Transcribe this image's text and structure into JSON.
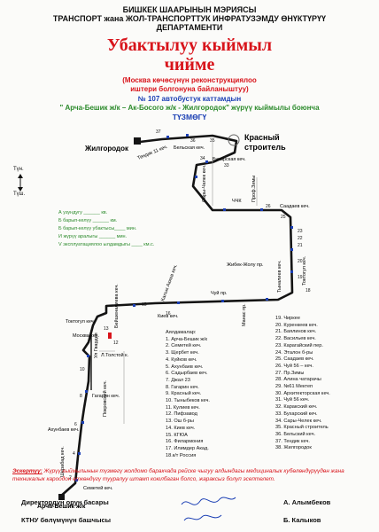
{
  "header": {
    "line1": "БИШКЕК ШААРЫНЫН МЭРИЯСЫ",
    "line2": "ТРАНСПОРТ жана ЖОЛ-ТРАНСПОРТТУК ИНФРАТУЗЭМДУ ӨНҮКТҮРҮҮ",
    "line3": "ДЕПАРТАМЕНТИ"
  },
  "title": {
    "line1": "Убактылуу кыймыл",
    "line2": "чийме"
  },
  "subtitle": {
    "line1": "(Москва көчөсүнүн реконструкциялоо",
    "line2": "иштери болгонуна байланыштуу)"
  },
  "route": {
    "line1": "№ 107  автобустук каттамдын",
    "line2": "\" Арча-Бешик ж/к – Ак-Босого ж/к - Жилгородок\" жүрүү кыймылы боюнча",
    "line3": "ТҮЗМӨГҮ"
  },
  "compass": {
    "north": "Түн.",
    "south": "Түш."
  },
  "stats": [
    "А узундугу ______ кв.",
    "Б барып-келүү ______ км.",
    "Б барып-келүү убактысы____ мин.",
    "И жүрүү аралыгы ______ мин.",
    "V эксплуатациялоо ылдамдыгы ____ км.с."
  ],
  "map_labels": {
    "zhilgorodok": "Жилгородок",
    "krasny_line1": "Красный",
    "krasny_line2": "строитель",
    "bukharskaya": "Бухарская кеч.",
    "belskaya": "Бельская кеч.",
    "tendik": "Тендик 11 кеч.",
    "sary_chelek": "Сары-Челек кеч.",
    "prof_zimy": "Проф.Зимы",
    "chchk": "ЧЧК",
    "saadaeva": "Саадаев кеч.",
    "zhibek_zholu": "Жибек-Жолу пр.",
    "tynaliev": "Тыналиев кеч.",
    "toktogul_left": "Токтогул кеч.",
    "kalyk_akiev": "Калык Акиев кеч.",
    "chui": "Чуй пр.",
    "kiev": "Киев кеч.",
    "manas": "Манас пр.",
    "toktogul": "Токтогул кеч.",
    "moskva": "Москва кеч.",
    "ul_gvardiya": "Ул Гвардия",
    "tolstoy": "Л.Толстой к.",
    "beishenalieva": "Бейшеналиева кеч.",
    "gagarin": "Гагарин кеч.",
    "pokrovskaya": "Покровский кеч.",
    "akhunbaev": "Ахунбаев кеч.",
    "sherabad": "Шерабад кеч.",
    "semetei": "Семетей кеч.",
    "archa_beshik": "Арча-Бешик ж/к"
  },
  "stops_title": "Аялдамалар:",
  "stops_left": [
    "1. Арча-Бешик ж/к",
    "2. Семетей кеч.",
    "3. Щербет кеч.",
    "4. Куйков кеч.",
    "5. Ахунбаев кеч.",
    "6. Садырбаев кеч.",
    "7. Джал 23",
    "8. Гагарин кеч.",
    "9. Красный кеч.",
    "10. Тыныбеков кеч.",
    "11. Кулиев кеч.",
    "12. Пифзавод",
    "13. Ош б-ры",
    "14. Киев кеч.",
    "15. КГЮА",
    "16. Филармония",
    "17. Илимдер Акад.",
    "18.к/т Россия"
  ],
  "stops_right": [
    "19. Чиркее",
    "20. Куренкеев кеч.",
    "21. Баялинов кеч.",
    "22. Васильев кеч.",
    "23. Карагайский пер.",
    "24. Эталон б-ры",
    "25. Саадаев кеч.",
    "26. Чуй 56 – кеч.",
    "27. Пр.Зимы",
    "28. Алина чатарачы",
    "29. №61 Мектеп",
    "30. Архитекторская кеч.",
    "31. Чуй 56 кеч.",
    "32. Каракский кеч.",
    "33. Бухарский кеч.",
    "34. Сары-Челек кеч.",
    "35. Красный строитель",
    "36. Бельский кеч.",
    "37. Тендик кеч.",
    "38. Жилгородок"
  ],
  "note": {
    "label": "Эскертүү:",
    "text": "Жүрүү кыймылынын түзмөгү жолдомо баракчада рейске чыгуу алдындагы медициналык кубөлөндүрүүдөн жана техникалык кароодон өткөндүгү тууралуу штамп коюлбаган болсо, жараксыз болуп эсептелет."
  },
  "signatures": [
    {
      "title": "Директордун орун басары",
      "name": "А. Алымбеков"
    },
    {
      "title": "КТНУ бөлүмүнүн башчысы",
      "name": "Б. Калыков"
    }
  ],
  "colors": {
    "route": "#141414",
    "accent_red": "#d8141b",
    "accent_blue": "#1b3fb4",
    "stats_green": "#2b8a2b"
  }
}
